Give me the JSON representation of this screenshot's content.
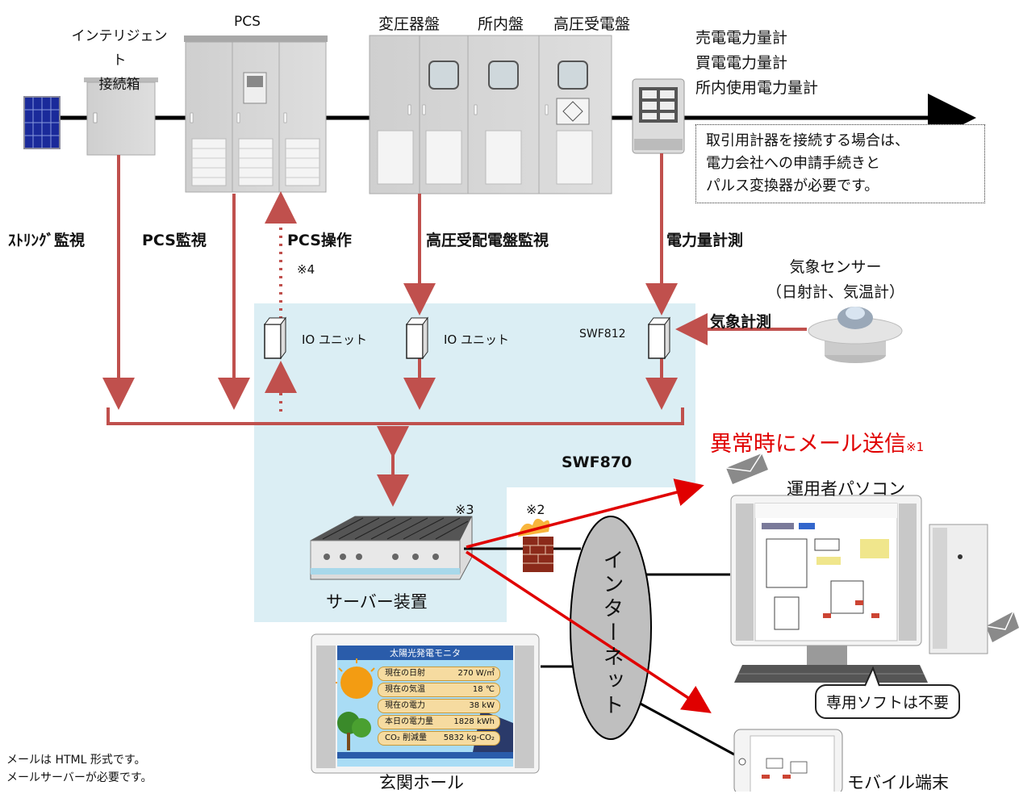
{
  "equipment": {
    "junction_box": "インテリジェント\n接続箱",
    "pcs": "PCS",
    "transformer_panel": "変圧器盤",
    "internal_panel": "所内盤",
    "hv_panel": "高圧受電盤",
    "meters": "売電電力量計\n買電電力量計\n所内使用電力量計"
  },
  "meter_note": "取引用計器を接続する場合は、\n電力会社への申請手続きと\nパルス変換器が必要です。",
  "monitoring": {
    "string": "ｽﾄﾘﾝｸﾞ監視",
    "pcs_monitor": "PCS監視",
    "pcs_control": "PCS操作",
    "hv_monitor": "高圧受配電盤監視",
    "power_measure": "電力量計測",
    "weather_measure": "気象計測",
    "note4": "※4"
  },
  "weather_sensor": "気象センサー\n（日射計、気温計）",
  "units": {
    "io1": "IO ユニット",
    "io2": "IO ユニット",
    "swf812": "SWF812"
  },
  "system_name": "SWF870",
  "alert": {
    "text": "異常時にメール送信",
    "mark": "※1"
  },
  "server": {
    "label": "サーバー装置",
    "mark": "※3"
  },
  "firewall_mark": "※2",
  "internet": "インターネット",
  "operator_pc": "運用者パソコン",
  "no_software": "専用ソフトは不要",
  "mobile": "モバイル端末",
  "entrance": "玄関ホール",
  "mail_notes": [
    "メールは HTML 形式です。",
    "メールサーバーが必要です。"
  ],
  "entrance_monitor": {
    "title": "太陽光発電モニタ",
    "rows": [
      {
        "label": "現在の日射",
        "value": "270 W/㎡"
      },
      {
        "label": "現在の気温",
        "value": "18 ℃"
      },
      {
        "label": "現在の電力",
        "value": "38 kW"
      },
      {
        "label": "本日の電力量",
        "value": "1828 kWh"
      },
      {
        "label": "CO₂ 削減量",
        "value": "5832 kg-CO₂"
      }
    ]
  },
  "colors": {
    "line_red": "#c0504d",
    "alert_red": "#e00000",
    "system_bg": "#dbeef4",
    "cabinet": "#d4d4d4"
  }
}
